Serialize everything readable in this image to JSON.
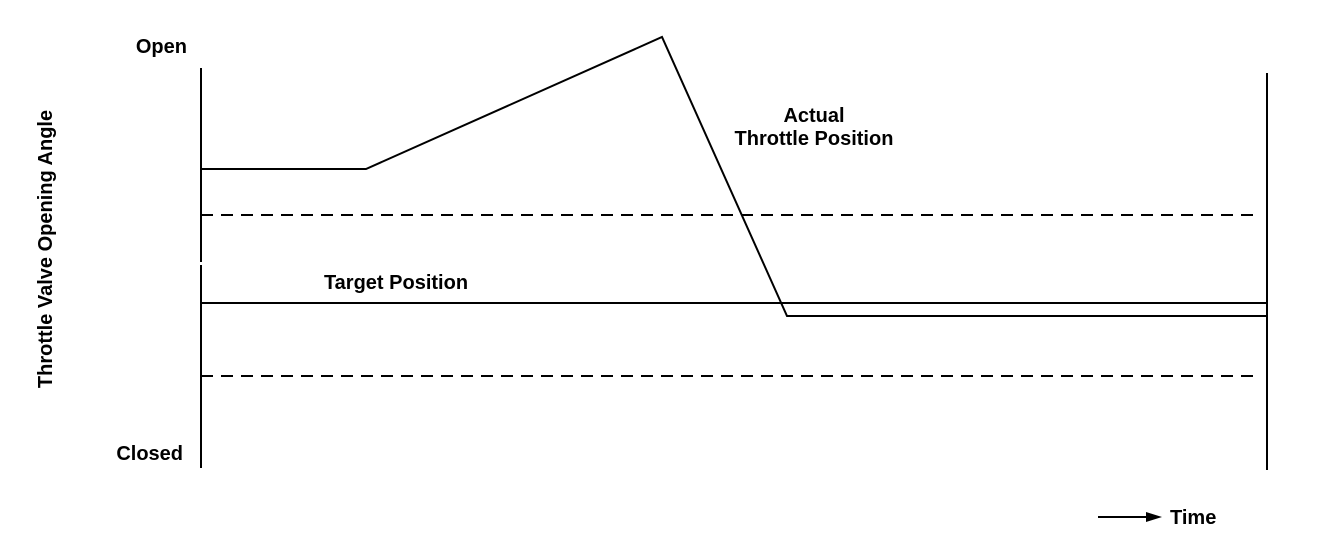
{
  "y_axis": {
    "title": "Throttle Valve Opening Angle",
    "top_label": "Open",
    "bottom_label": "Closed"
  },
  "x_axis": {
    "label": "Time"
  },
  "curves": {
    "actual": {
      "label_line1": "Actual",
      "label_line2": "Throttle Position"
    },
    "target": {
      "label": "Target Position"
    }
  },
  "colors": {
    "line": "#000000",
    "background": "#ffffff"
  }
}
